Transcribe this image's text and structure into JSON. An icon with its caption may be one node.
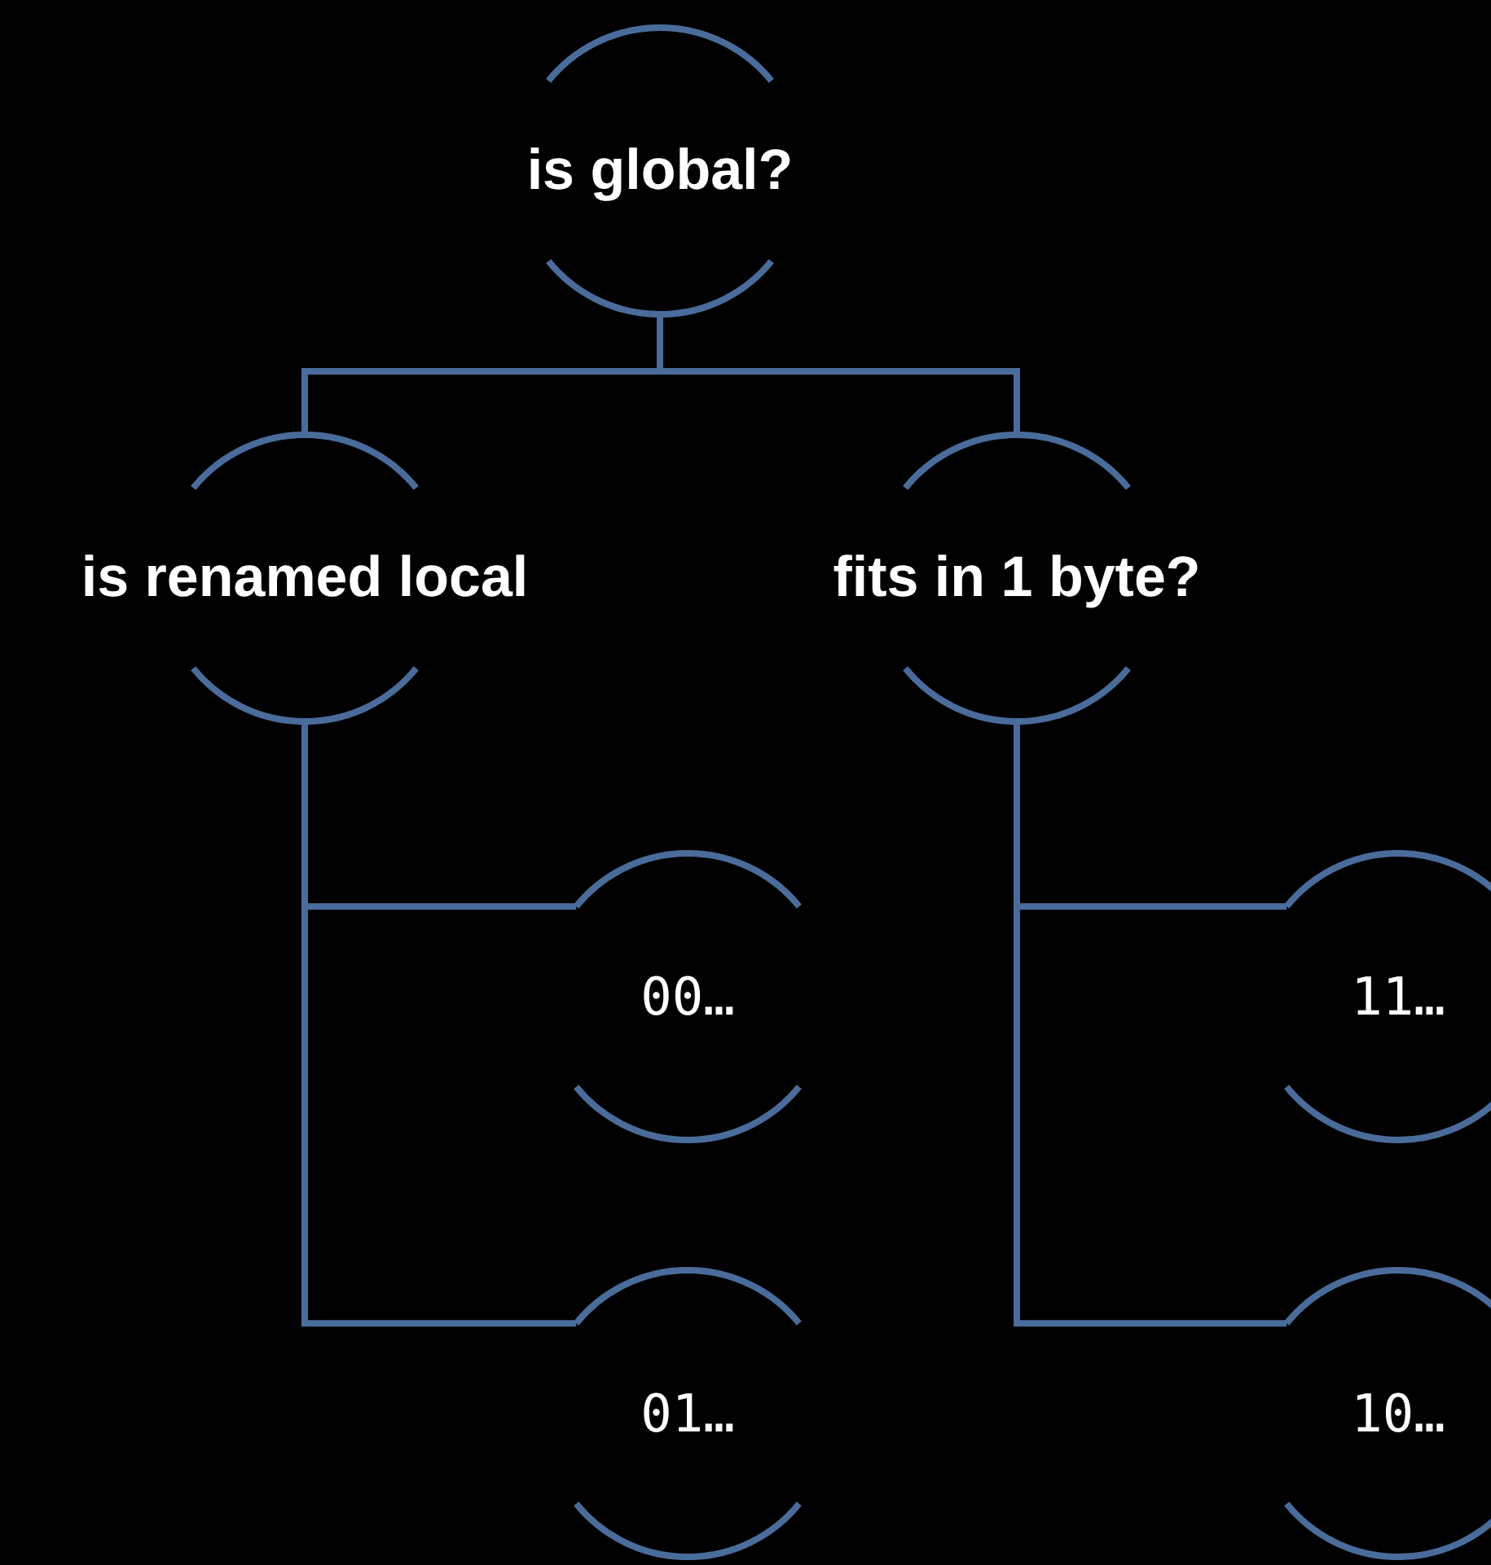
{
  "diagram": {
    "nodes": [
      {
        "text": [
          "is global?"
        ]
      },
      {
        "text": [
          "is renamed local"
        ]
      },
      {
        "text": [
          "fits in 1 byte?"
        ]
      },
      {
        "text": [
          "00…"
        ]
      },
      {
        "text": [
          "01…"
        ]
      },
      {
        "text": [
          "11…"
        ]
      },
      {
        "text": [
          "10…"
        ]
      }
    ],
    "edges": [
      {
        "from": 0,
        "to": 1,
        "arrow": "none"
      },
      {
        "from": 0,
        "to": 2,
        "arrow": "none"
      },
      {
        "from": 1,
        "to": 3,
        "arrow": "none"
      },
      {
        "from": 1,
        "to": 4,
        "arrow": "none"
      },
      {
        "from": 2,
        "to": 5,
        "arrow": "none"
      },
      {
        "from": 2,
        "to": 6,
        "arrow": "none"
      }
    ]
  }
}
